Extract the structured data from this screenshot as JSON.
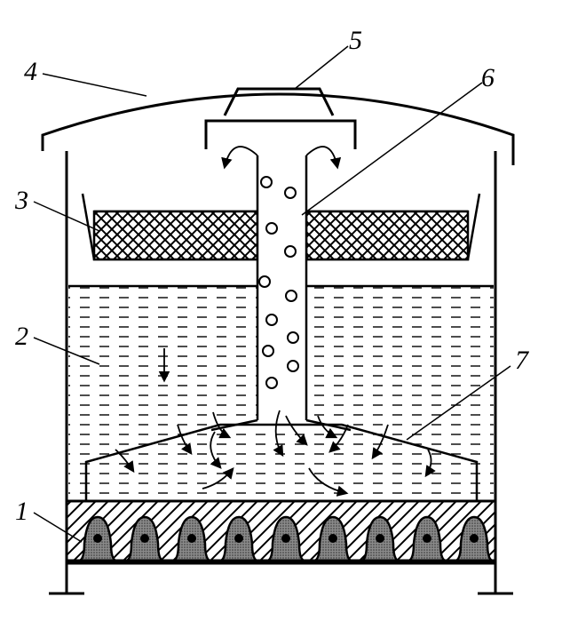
{
  "labels": {
    "n1": "1",
    "n2": "2",
    "n3": "3",
    "n4": "4",
    "n5": "5",
    "n6": "6",
    "n7": "7"
  },
  "colors": {
    "line": "#000000",
    "water": "#ffffff",
    "heater_fill": "#8a8a8a",
    "background": "#ffffff"
  }
}
